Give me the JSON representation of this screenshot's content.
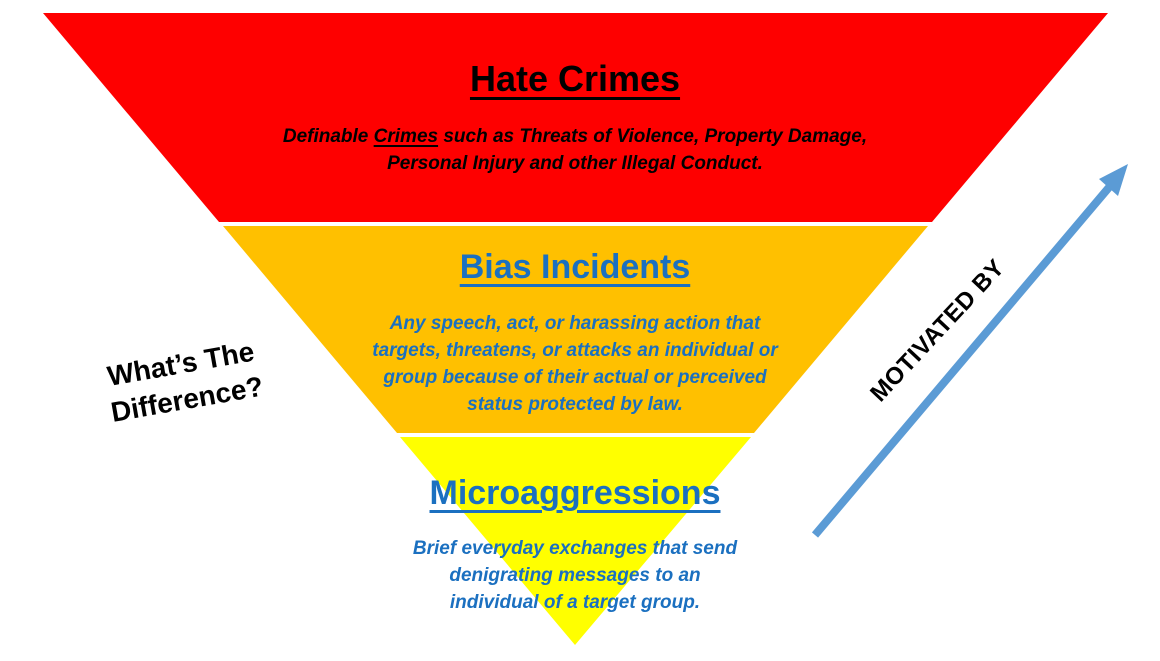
{
  "slide": {
    "sections": [
      {
        "title": "Hate Crimes",
        "description": {
          "line1_before": "Definable ",
          "line1_underlined": "Crimes",
          "line1_after": " such as Threats of Violence, Property Damage,",
          "line2": "Personal Injury and other Illegal Conduct."
        }
      },
      {
        "title": "Bias Incidents",
        "description_lines": [
          "Any speech, act, or harassing action that",
          "targets, threatens, or attacks an individual or",
          "group because of their actual or perceived",
          "status protected by law."
        ]
      },
      {
        "title": "Microaggressions",
        "description_lines": [
          "Brief everyday exchanges that send",
          "denigrating messages to an",
          "individual of a target group."
        ]
      }
    ],
    "side_question": {
      "line1": "What’s The",
      "line2": "Difference?"
    },
    "arrow_label": "MOTIVATED BY"
  },
  "colors": {
    "tier_red": "#FE0000",
    "tier_orange": "#FFC000",
    "tier_yellow": "#FFFF00",
    "text_blue": "#1B70C0",
    "text_black": "#000000",
    "arrow_blue": "#5B9BD5",
    "background": "#FFFFFF"
  }
}
